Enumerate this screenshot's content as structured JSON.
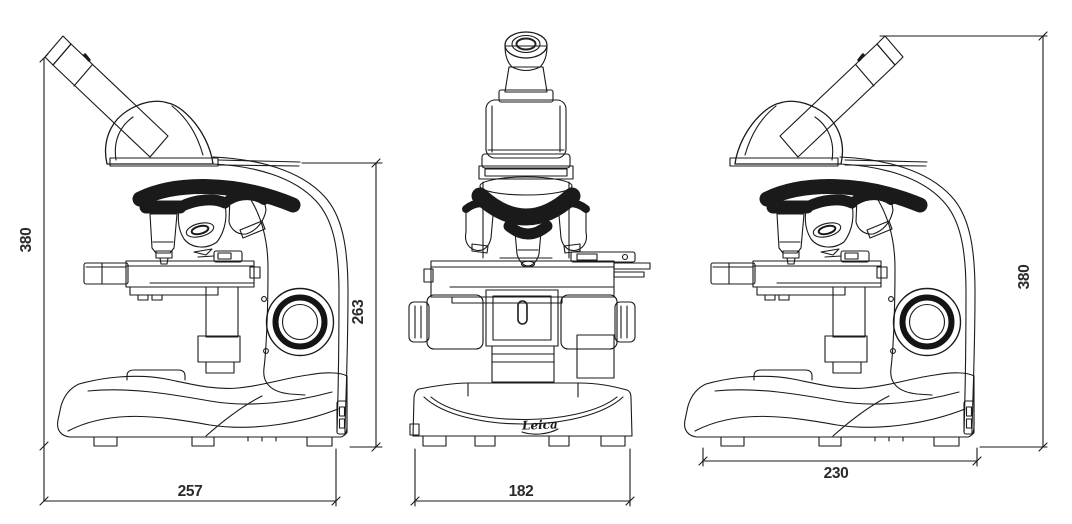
{
  "drawing": {
    "views": {
      "left_side": {
        "overall_height_mm": "380",
        "arm_height_mm": "263",
        "overall_depth_mm": "257"
      },
      "front": {
        "base_width_mm": "182",
        "brand_logo": "Leica"
      },
      "right_side": {
        "overall_height_mm": "380",
        "base_depth_mm": "230"
      }
    },
    "colors": {
      "outline": "#1a1a1a",
      "dimension_lines": "#9a9a9a",
      "label_text": "#2b2b2b",
      "background": "#ffffff"
    }
  }
}
